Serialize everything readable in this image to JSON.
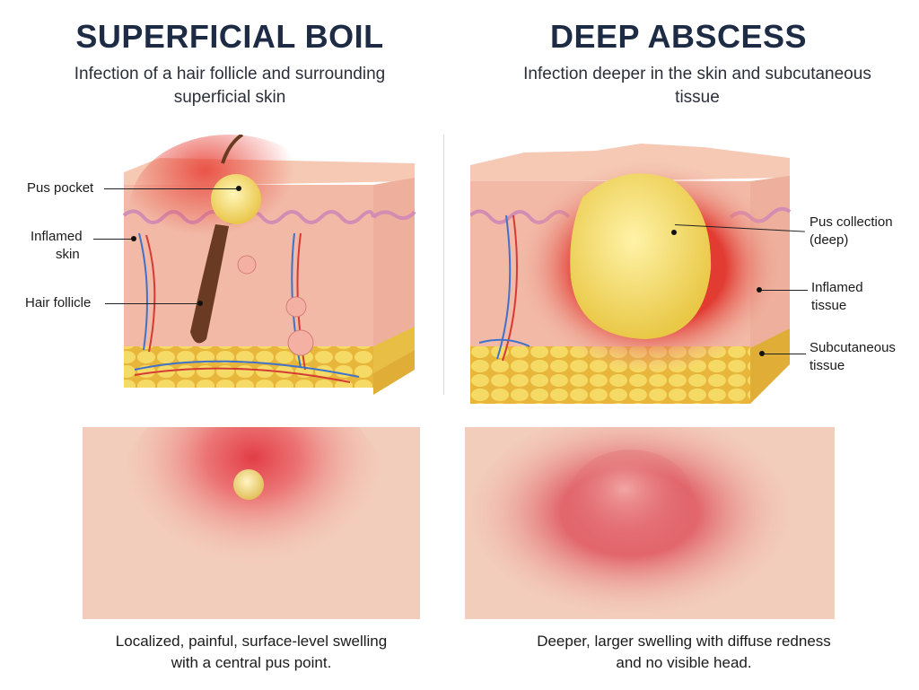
{
  "superficial": {
    "title": "SUPERFICIAL BOIL",
    "subtitle": "Infection of a hair follicle and surrounding superficial skin",
    "labels": {
      "pus_pocket": "Pus pocket",
      "inflamed_skin_1": "Inflamed",
      "inflamed_skin_2": "skin",
      "hair_follicle": "Hair follicle"
    },
    "caption_line1": "Localized, painful, surface-level swelling",
    "caption_line2": "with a central pus point."
  },
  "deep": {
    "title": "DEEP ABSCESS",
    "subtitle": "Infection deeper in the skin and subcutaneous tissue",
    "labels": {
      "pus_collection_1": "Pus collection",
      "pus_collection_2": "(deep)",
      "inflamed_tissue_1": "Inflamed",
      "inflamed_tissue_2": "tissue",
      "subcutaneous_1": "Subcutaneous",
      "subcutaneous_2": "tissue"
    },
    "caption_line1": "Deeper, larger swelling with diffuse redness",
    "caption_line2": "and no visible head."
  },
  "colors": {
    "title": "#1d2b45",
    "skin": "#f3c3b0",
    "dermis": "#f0b7a6",
    "inflamed": "#e8463b",
    "pus": "#f3d860",
    "fat": "#f2cf4f"
  }
}
